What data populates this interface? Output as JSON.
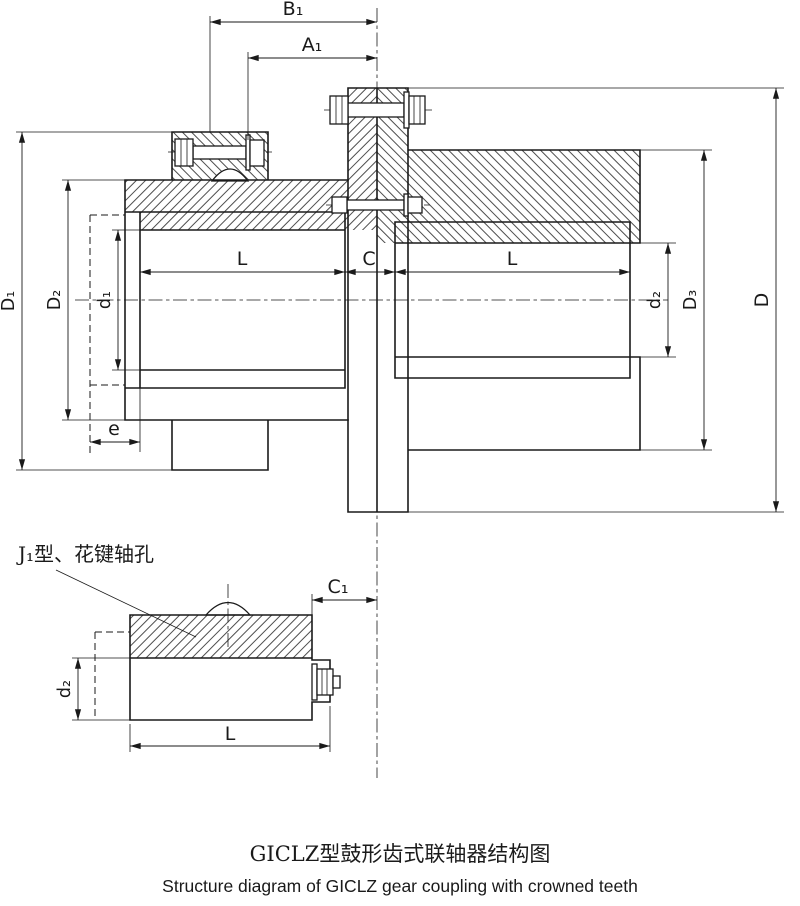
{
  "title": "GICLZ coupling structure diagram",
  "colors": {
    "line": "#1a1a1a",
    "background": "#ffffff"
  },
  "main_view": {
    "dims": {
      "B1": "B₁",
      "A1": "A₁",
      "L_left": "L",
      "C": "C",
      "L_right": "L",
      "e": "e",
      "D1": "D₁",
      "D2": "D₂",
      "d1": "d₁",
      "d2": "d₂",
      "D3": "D₃",
      "D": "D"
    }
  },
  "detail_view": {
    "callout": "J₁型、花键轴孔",
    "dims": {
      "C1": "C₁",
      "d2": "d₂",
      "L": "L"
    }
  },
  "captions": {
    "zh": "GICLZ型鼓形齿式联轴器结构图",
    "en": "Structure diagram of GICLZ gear coupling with crowned teeth"
  }
}
